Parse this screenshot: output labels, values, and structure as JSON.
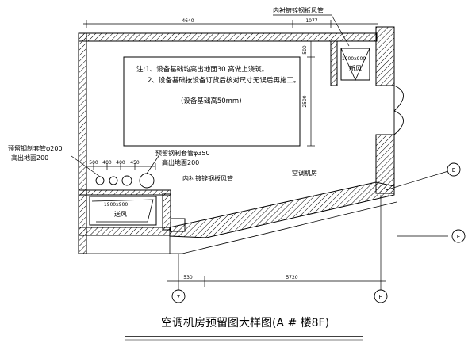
{
  "labels": {
    "wall_outlet_top": "内衬镀锌钢板风管",
    "wall_outlet_mid": "内衬镀锌钢板风管",
    "opening_top": "1000x900",
    "opening_top_label": "新风",
    "opening_bottom": "1900x900",
    "opening_bottom_label": "送风",
    "note_1": "注:1、设备基础均高出地面30 高做上浇筑。",
    "note_2": "2、设备基础按设备订货后核对尺寸无误后再施工。",
    "note_3": "(设备基础高50mm)",
    "sleeve_left_1": "预留钢制套管φ200",
    "sleeve_left_2": "高出地面200",
    "sleeve_mid_1": "预留钢制套管φ350",
    "sleeve_mid_2": "高出地面200",
    "room_label": "空调机房",
    "title": "空调机房预留图大样图(A # 楼8F)"
  },
  "dimensions": {
    "top_a": "4640",
    "top_b": "1077",
    "right_a": "500",
    "right_b": "2500",
    "sleeve_1": "500",
    "sleeve_2": "400",
    "sleeve_3": "400",
    "sleeve_4": "450",
    "bottom_a": "530",
    "bottom_b": "5720"
  },
  "axes": {
    "left": "7",
    "right": "H",
    "upper": "E",
    "lower": "E"
  }
}
